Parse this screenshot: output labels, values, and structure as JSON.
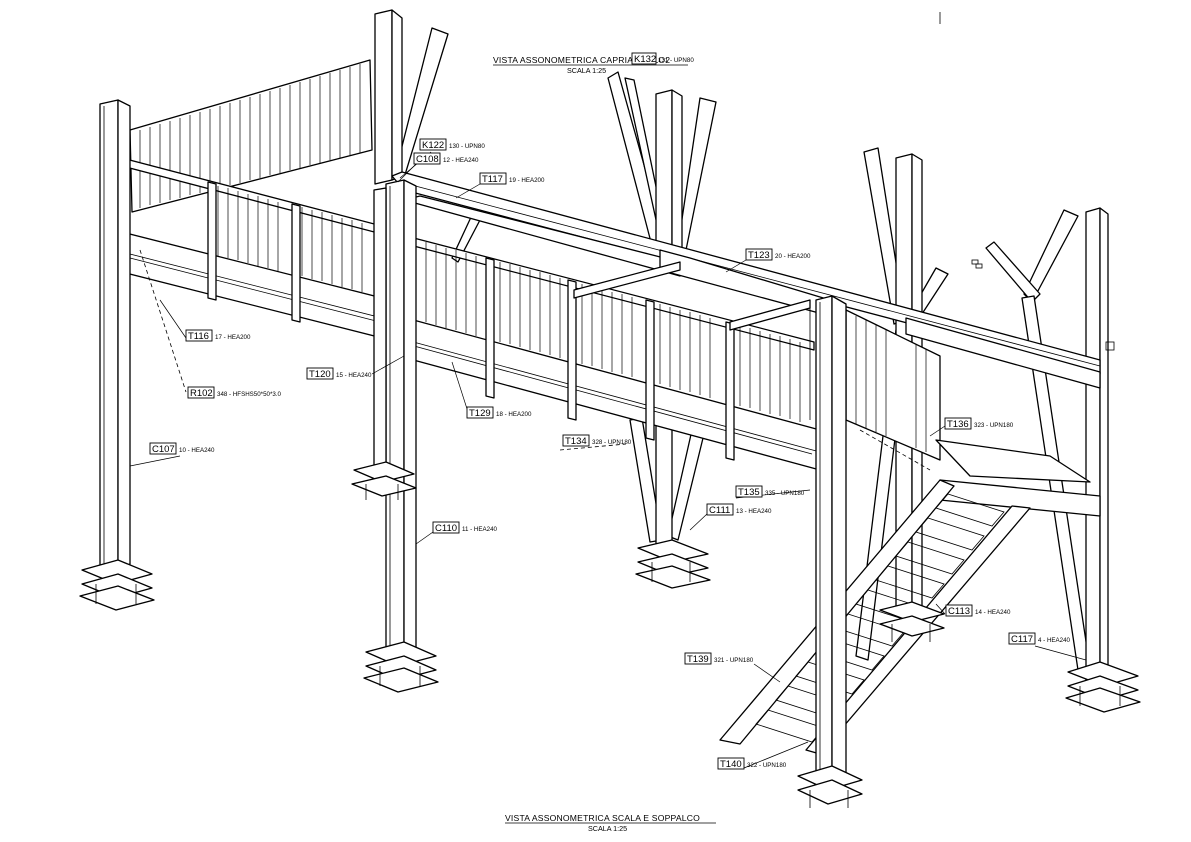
{
  "titles": {
    "top_title": "VISTA ASSONOMETRICA CAPRIATA FILO2",
    "top_scale": "SCALA 1:25",
    "bottom_title": "VISTA ASSONOMETRICA SCALA E SOPPALCO",
    "bottom_scale": "SCALA 1:25"
  },
  "tags": [
    {
      "code": "K132",
      "desc": "131 - UPN80"
    },
    {
      "code": "K122",
      "desc": "130 - UPN80"
    },
    {
      "code": "C108",
      "desc": "12 - HEA240"
    },
    {
      "code": "T117",
      "desc": "19 - HEA200"
    },
    {
      "code": "T123",
      "desc": "20 - HEA200"
    },
    {
      "code": "T116",
      "desc": "17 - HEA200"
    },
    {
      "code": "T120",
      "desc": "15 - HEA240"
    },
    {
      "code": "R102",
      "desc": "348 - HFSHS50*50*3.0"
    },
    {
      "code": "T129",
      "desc": "18 - HEA200"
    },
    {
      "code": "T134",
      "desc": "328 - UPN180"
    },
    {
      "code": "T136",
      "desc": "323 - UPN180"
    },
    {
      "code": "C107",
      "desc": "10 - HEA240"
    },
    {
      "code": "T135",
      "desc": "335 - UPN180"
    },
    {
      "code": "C111",
      "desc": "13 - HEA240"
    },
    {
      "code": "C110",
      "desc": "11 - HEA240"
    },
    {
      "code": "C113",
      "desc": "14 - HEA240"
    },
    {
      "code": "C117",
      "desc": "4 - HEA240"
    },
    {
      "code": "T139",
      "desc": "321 - UPN180"
    },
    {
      "code": "T140",
      "desc": "322 - UPN180"
    }
  ],
  "colors": {
    "line": "#000000",
    "paper": "#ffffff"
  }
}
